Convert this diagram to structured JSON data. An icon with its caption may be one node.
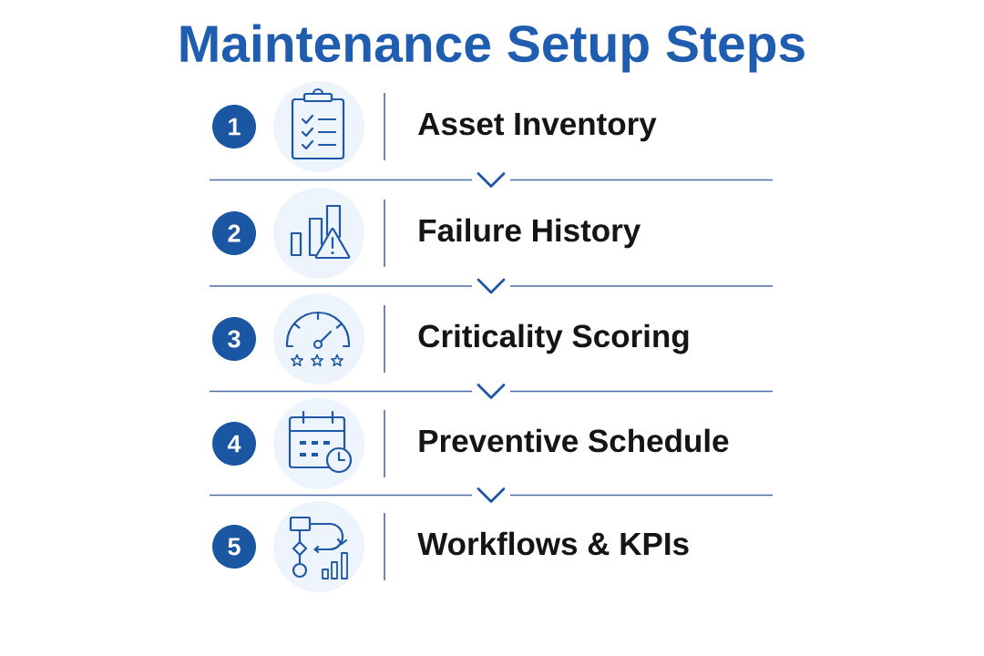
{
  "diagram": {
    "title": "Maintenance Setup Steps",
    "nodes": [
      {
        "text": [
          "1"
        ]
      },
      {
        "text": [
          "Asset Inventory"
        ]
      },
      {
        "text": [
          "2"
        ]
      },
      {
        "text": [
          "Failure History"
        ]
      },
      {
        "text": [
          "3"
        ]
      },
      {
        "text": [
          "Criticality Scoring"
        ]
      },
      {
        "text": [
          "4"
        ]
      },
      {
        "text": [
          "Preventive Schedule"
        ]
      },
      {
        "text": [
          "5"
        ]
      },
      {
        "text": [
          "Workflows & KPIs"
        ]
      }
    ],
    "edges": [
      {
        "from": 1,
        "to": 3,
        "arrow": "to"
      },
      {
        "from": 3,
        "to": 5,
        "arrow": "to"
      },
      {
        "from": 5,
        "to": 7,
        "arrow": "to"
      },
      {
        "from": 7,
        "to": 9,
        "arrow": "to"
      }
    ]
  }
}
